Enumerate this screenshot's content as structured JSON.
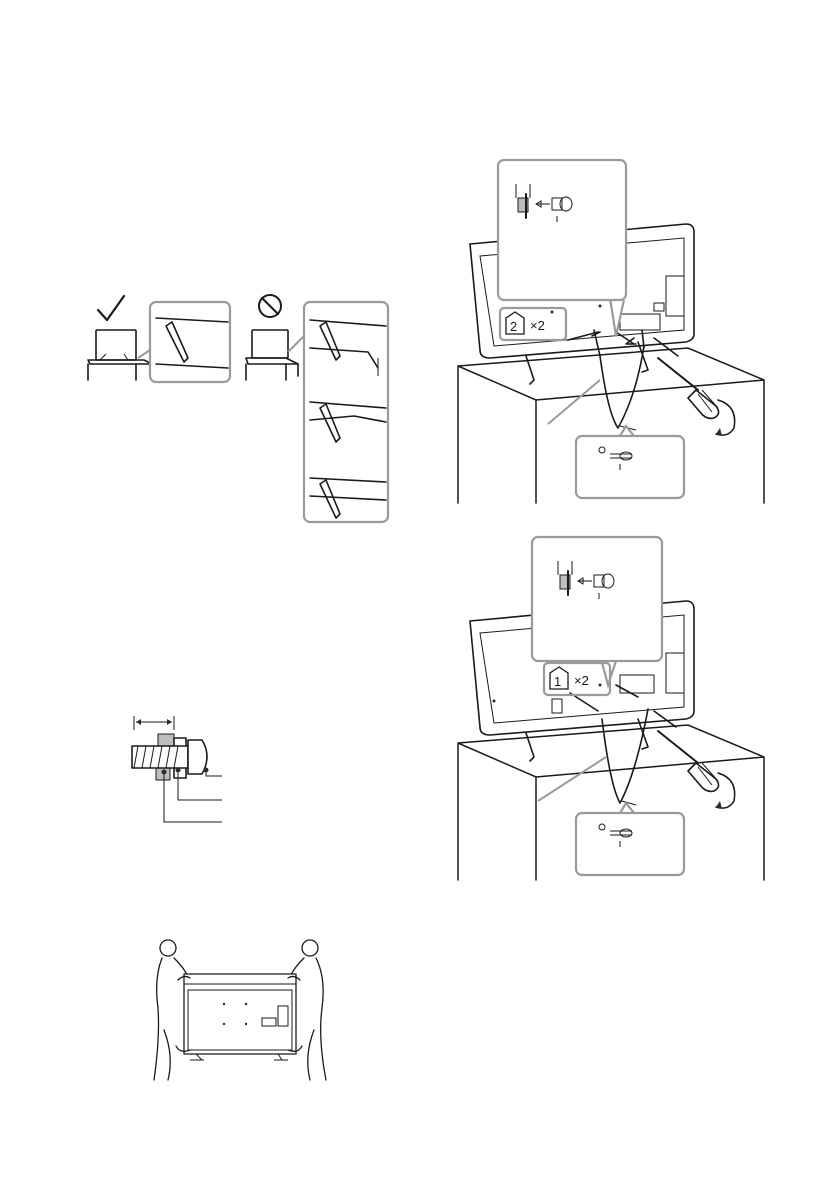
{
  "figures": {
    "stand_placement": {
      "ok_icon": "check-mark-icon",
      "ng_icon": "prohibited-icon"
    },
    "wall_screw": {
      "dimension_icon": "dimension-arrow-icon"
    },
    "strap_step_2": {
      "screw_badge_number": "2",
      "screw_quantity": "×2",
      "tool_icon": "screwdriver-icon"
    },
    "strap_step_1": {
      "screw_badge_number": "1",
      "screw_quantity": "×2",
      "tool_icon": "screwdriver-icon"
    },
    "carrying": {
      "icon": "two-person-carry-icon"
    }
  }
}
